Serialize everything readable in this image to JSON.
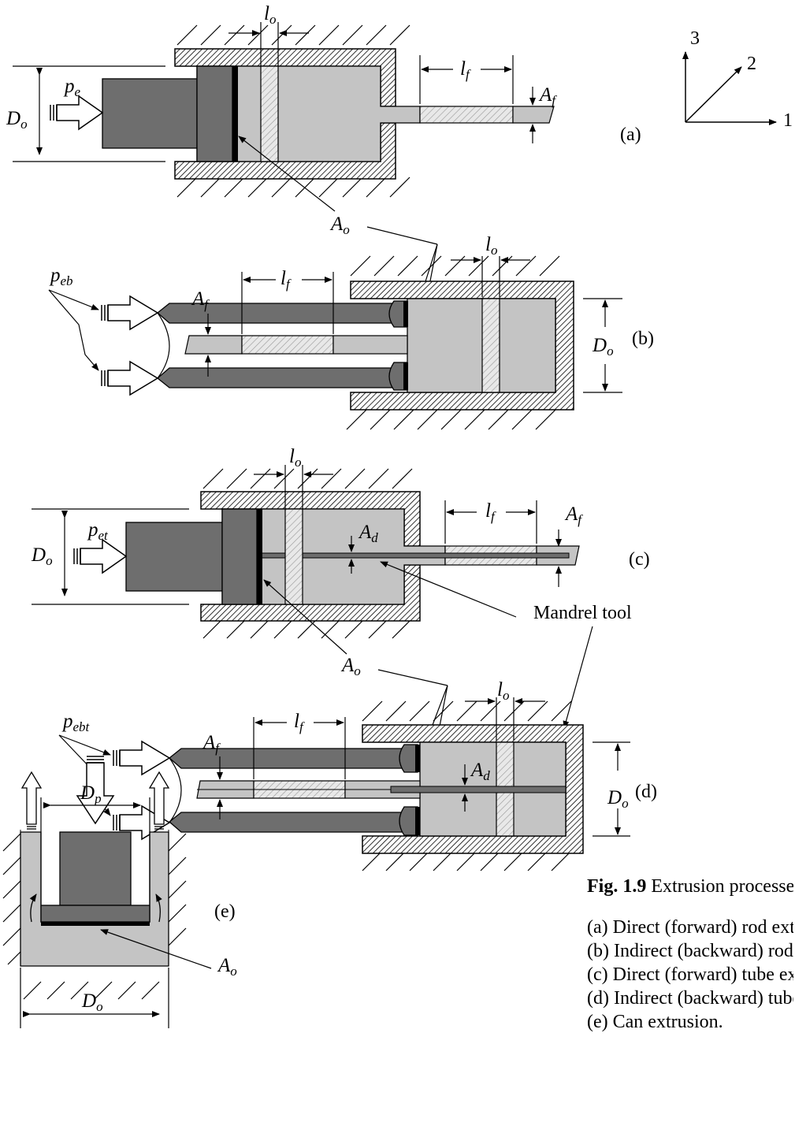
{
  "labels": {
    "a": {
      "lo": "l",
      "lo_sub": "o",
      "lf": "l",
      "lf_sub": "f",
      "af": "A",
      "af_sub": "f",
      "do": "D",
      "do_sub": "o",
      "pe": "p",
      "pe_sub": "e",
      "tag": "(a)"
    },
    "axes": {
      "one": "1",
      "two": "2",
      "three": "3"
    },
    "ao_top": {
      "main": "A",
      "sub": "o"
    },
    "b": {
      "peb": "p",
      "peb_sub": "eb",
      "af": "A",
      "af_sub": "f",
      "lf": "l",
      "lf_sub": "f",
      "lo": "l",
      "lo_sub": "o",
      "do": "D",
      "do_sub": "o",
      "tag": "(b)"
    },
    "c": {
      "lo": "l",
      "lo_sub": "o",
      "lf": "l",
      "lf_sub": "f",
      "af": "A",
      "af_sub": "f",
      "ad": "A",
      "ad_sub": "d",
      "do": "D",
      "do_sub": "o",
      "pet": "p",
      "pet_sub": "et",
      "tag": "(c)"
    },
    "mandrel": "Mandrel tool",
    "ao_mid": {
      "main": "A",
      "sub": "o"
    },
    "d": {
      "pebt": "p",
      "pebt_sub": "ebt",
      "af": "A",
      "af_sub": "f",
      "lf": "l",
      "lf_sub": "f",
      "lo": "l",
      "lo_sub": "o",
      "ad": "A",
      "ad_sub": "d",
      "do": "D",
      "do_sub": "o",
      "tag": "(d)"
    },
    "e": {
      "dp": "D",
      "dp_sub": "p",
      "do": "D",
      "do_sub": "o",
      "ao": "A",
      "ao_sub": "o",
      "tag": "(e)"
    }
  },
  "caption": {
    "fig_label": "Fig. 1.9",
    "fig_title": " Extrusion processes",
    "items": [
      "(a) Direct (forward) rod extrusion",
      "(b) Indirect (backward) rod extrusion",
      "(c) Direct (forward) tube extrusion",
      "(d) Indirect (backward) tube extrusion",
      "(e) Can extrusion."
    ]
  },
  "colors": {
    "ram": "#6e6e6e",
    "billet": "#c4c4c4",
    "hatch": "#000000",
    "disk": "#000000"
  }
}
